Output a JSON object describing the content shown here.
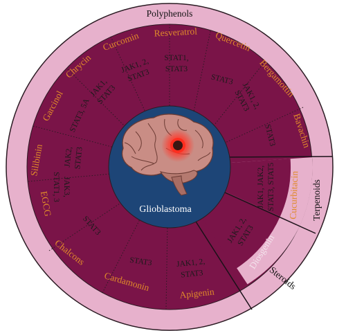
{
  "classes": {
    "polyphenols": "Polyphenols",
    "terpenoids": "Terpenoids",
    "steroids": "Steroids"
  },
  "center": {
    "label": "Glioblastoma"
  },
  "segments": [
    {
      "compound": "Resveratrol",
      "targets": [
        "STAT1,",
        "STAT3"
      ]
    },
    {
      "compound": "Quercetin",
      "targets": [
        "STAT3"
      ]
    },
    {
      "compound": "Bergamottin",
      "targets": [
        "JAK1, 2,",
        "STAT3"
      ]
    },
    {
      "compound": "Bavachin",
      "targets": [
        "STAT3"
      ]
    },
    {
      "compound": "Cucurbitacin",
      "targets": [
        "JAK1, JAK2,",
        "STAT3, STAT5"
      ]
    },
    {
      "compound": "Diosgenin",
      "targets": [
        "JAK1, 2,",
        "STAT3"
      ]
    },
    {
      "compound": "Apigenin",
      "targets": [
        "JAK1, 2,",
        "STAT3"
      ]
    },
    {
      "compound": "Cardamonin",
      "targets": [
        "STAT3"
      ]
    },
    {
      "compound": "Chalcons",
      "targets": [
        "STAT3"
      ]
    },
    {
      "compound": "EGCG",
      "targets": [
        "JAK3,",
        "STAT1, 3"
      ]
    },
    {
      "compound": "Silibinin",
      "targets": [
        "JAK2,",
        "STAT3"
      ]
    },
    {
      "compound": "Garcinol",
      "targets": [
        "STAT3, 5A"
      ]
    },
    {
      "compound": "Chrycin",
      "targets": [
        "JAK1,",
        "STAT3"
      ]
    },
    {
      "compound": "Curcomin",
      "targets": [
        "JAK1, 2,",
        "STAT3"
      ]
    }
  ],
  "colors": {
    "outer_ring": "#e7b1cc",
    "wedge": "#7a1448",
    "center_circle": "#1d4577",
    "compound_text": "#e08a2a"
  }
}
